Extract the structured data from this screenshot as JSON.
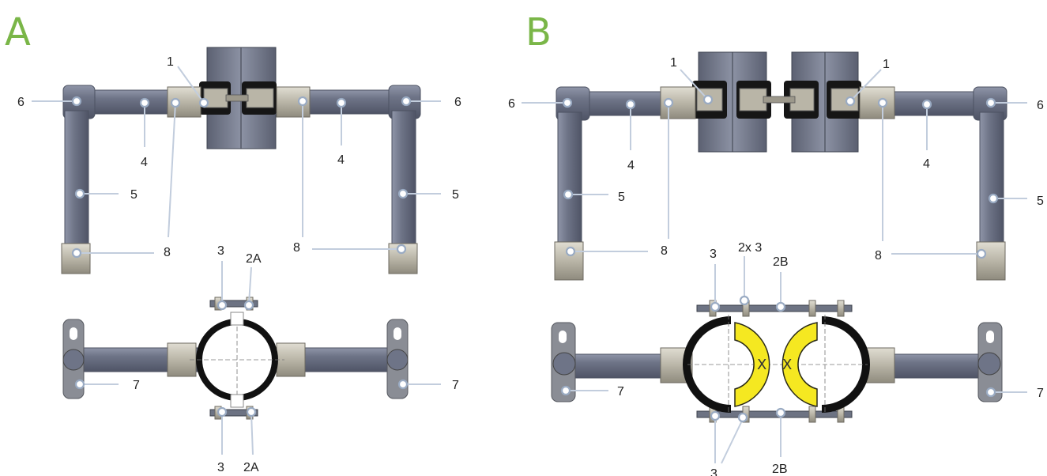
{
  "panels": [
    {
      "letter": "A"
    },
    {
      "letter": "B"
    }
  ],
  "labels": {
    "a_1": "1",
    "a_6_left": "6",
    "a_6_right": "6",
    "a_4_left": "4",
    "a_4_right": "4",
    "a_5_left": "5",
    "a_5_right": "5",
    "a_8_left": "8",
    "a_8_right": "8",
    "a_3_top": "3",
    "a_2a_top": "2A",
    "a_7_left": "7",
    "a_7_right": "7",
    "a_3_bottom": "3",
    "a_2a_bottom": "2A",
    "b_1_left": "1",
    "b_1_right": "1",
    "b_6_left": "6",
    "b_6_right": "6",
    "b_4_left": "4",
    "b_4_right": "4",
    "b_5_left": "5",
    "b_5_right": "5",
    "b_8_left": "8",
    "b_8_right": "8",
    "b_3_top": "3",
    "b_2x3_top": "2x 3",
    "b_2b_top": "2B",
    "b_7_left": "7",
    "b_7_right": "7",
    "b_3_bottom": "3",
    "b_2b_bottom": "2B",
    "b_x_left": "X",
    "b_x_right": "X"
  },
  "colors": {
    "panel_letter": "#7ab648",
    "leader": "#c2cddd",
    "pipe": "#6b7184",
    "fitting": "#c9c5b7",
    "rubber": "#161616",
    "insert": "#f5e821"
  }
}
